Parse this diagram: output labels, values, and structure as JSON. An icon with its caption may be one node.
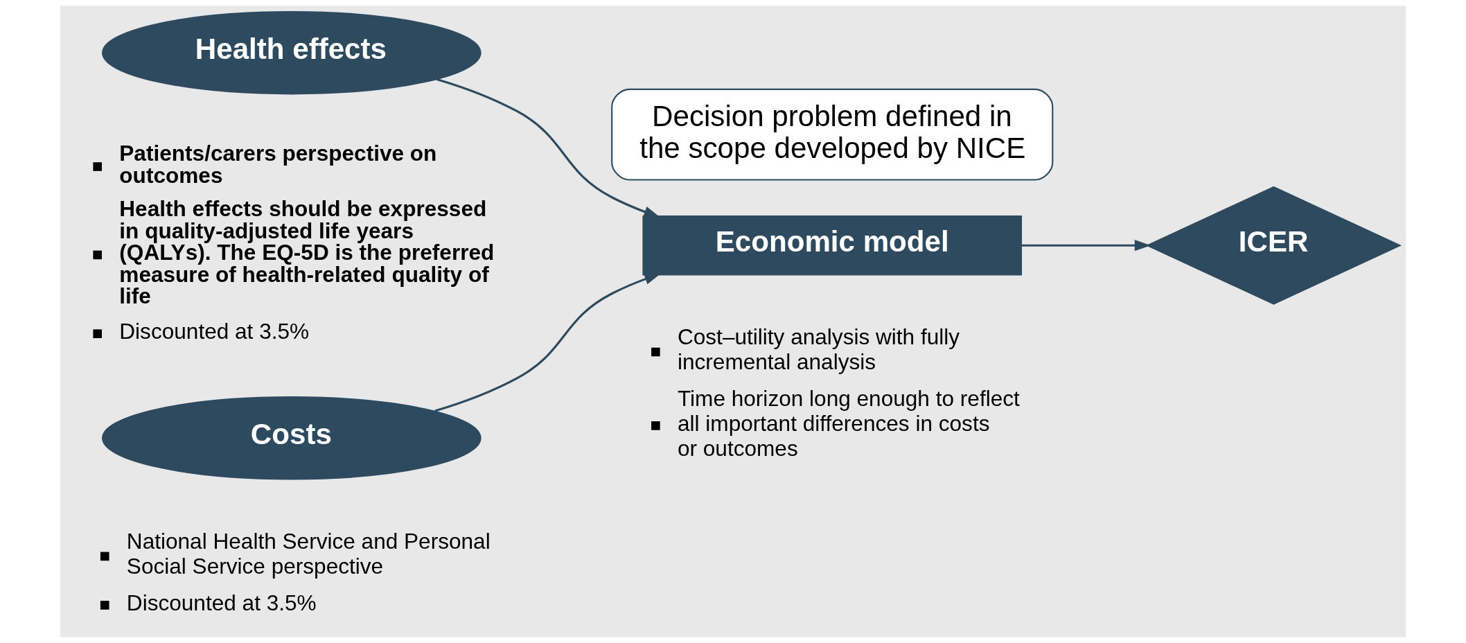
{
  "diagram": {
    "nodes": [
      {
        "text": [
          "Health effects"
        ],
        "beside": [
          "Patients/carers perspective on outcomes",
          "Health effects should be expressed in quality-adjusted life years (QALYs). The EQ-5D is the preferred measure of health-related quality of life",
          "Discounted at 3.5%"
        ]
      },
      {
        "text": [
          "Costs"
        ],
        "beside": [
          "National Health Service and Personal Social Service perspective",
          "Discounted at 3.5%"
        ]
      },
      {
        "text": [
          "Economic model"
        ],
        "beside": [
          "Cost–utility analysis with fully incremental analysis",
          "Time horizon long enough to reflect all important differences in costs or outcomes"
        ]
      },
      {
        "text": [
          "ICER"
        ]
      },
      {
        "text": [
          "Decision problem defined in the scope developed by NICE"
        ]
      }
    ],
    "edges": [
      {
        "from": 0,
        "to": 2,
        "arrow": "to"
      },
      {
        "from": 1,
        "to": 2,
        "arrow": "to"
      },
      {
        "from": 2,
        "to": 3,
        "arrow": "to"
      }
    ]
  }
}
